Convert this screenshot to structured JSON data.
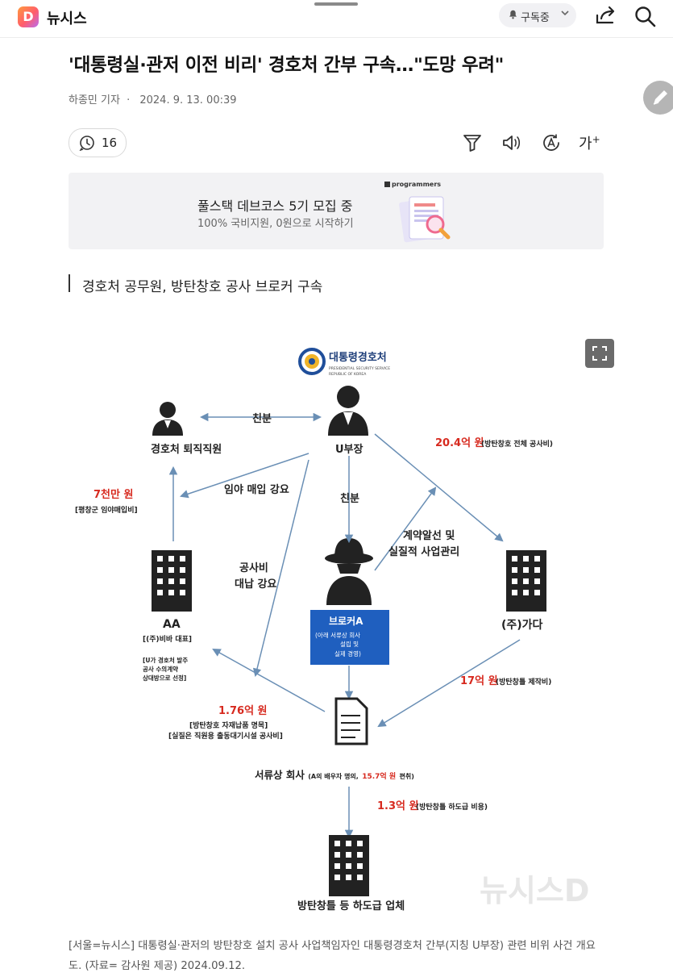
{
  "topbar": {
    "logo_letter": "D",
    "brand": "뉴시스",
    "subscribe_label": "구독중"
  },
  "article": {
    "headline": "'대통령실·관저 이전 비리' 경호처 간부 구속…\"도망 우려\"",
    "reporter": "하종민 기자",
    "separator": "·",
    "datetime": "2024. 9. 13. 00:39",
    "comment_count": "16",
    "font_size_label": "가",
    "subheadline": "경호처 공무원, 방탄창호 공사 브로커 구속",
    "caption": "[서울=뉴시스] 대통령실·관저의 방탄창호 설치 공사 사업책임자인 대통령경호처 간부(지칭 U부장) 관련 비위 사건 개요도. (자료= 감사원 제공) 2024.09.12."
  },
  "ad": {
    "title": "풀스택 데브코스 5기 모집 중",
    "subtitle": "100% 국비지원, 0원으로 시작하기",
    "brand": "programmers"
  },
  "diagram": {
    "org_name": "대통령경호처",
    "org_en1": "PRESIDENTIAL SECURITY SERVICE",
    "org_en2": "REPUBLIC OF KOREA",
    "retired": "경호처 퇴직직원",
    "u_manager": "U부장",
    "relation_top": "친분",
    "relation_mid": "친분",
    "forest_purchase": "임야 매입 강요",
    "amount_7000": "7천만 원",
    "note_7000": "[평창군 임야매입비]",
    "construction_payment_1": "공사비",
    "construction_payment_2": "대납 강요",
    "contract_1": "계약알선 및",
    "contract_2": "실질적 사업관리",
    "amount_204": "20.4억 원",
    "note_204": "(방탄창호 전체 공사비)",
    "company_aa": "AA",
    "aa_rep": "[(주)비바 대표]",
    "aa_note1": "[U가 경호처 발주",
    "aa_note2": "공사 수의계약",
    "aa_note3": "상대방으로 선정]",
    "broker_title": "브로커A",
    "broker_note1": "(아래 서류상 회사",
    "broker_note2": "설립 및",
    "broker_note3": "실제 경영)",
    "company_gada": "(주)가다",
    "amount_17": "17억 원",
    "note_17": "(방탄창틀 제작비)",
    "amount_176": "1.76억 원",
    "note_176_1": "[방탄창호 자재납품 명목]",
    "note_176_2": "[실질은 직원용 출동대기시설 공사비]",
    "paper_company": "서류상 회사",
    "paper_note_pre": "(A의 배우자 명의,",
    "paper_amount": "15.7억 원",
    "paper_note_post": "편취)",
    "amount_13": "1.3억 원",
    "note_13": "(방탄창틀 하도급 비용)",
    "subcontractor": "방탄창틀 등 하도급 업체",
    "watermark": "뉴시스D",
    "colors": {
      "red": "#d72a1f",
      "blue": "#1f5fbf",
      "arrow": "#6a8fb5"
    }
  },
  "icons": [
    "bell-icon",
    "chevron-down-icon",
    "share-icon",
    "search-icon",
    "pencil-icon",
    "comment-icon",
    "filter-icon",
    "speaker-icon",
    "translate-icon",
    "font-size-icon",
    "expand-icon"
  ]
}
